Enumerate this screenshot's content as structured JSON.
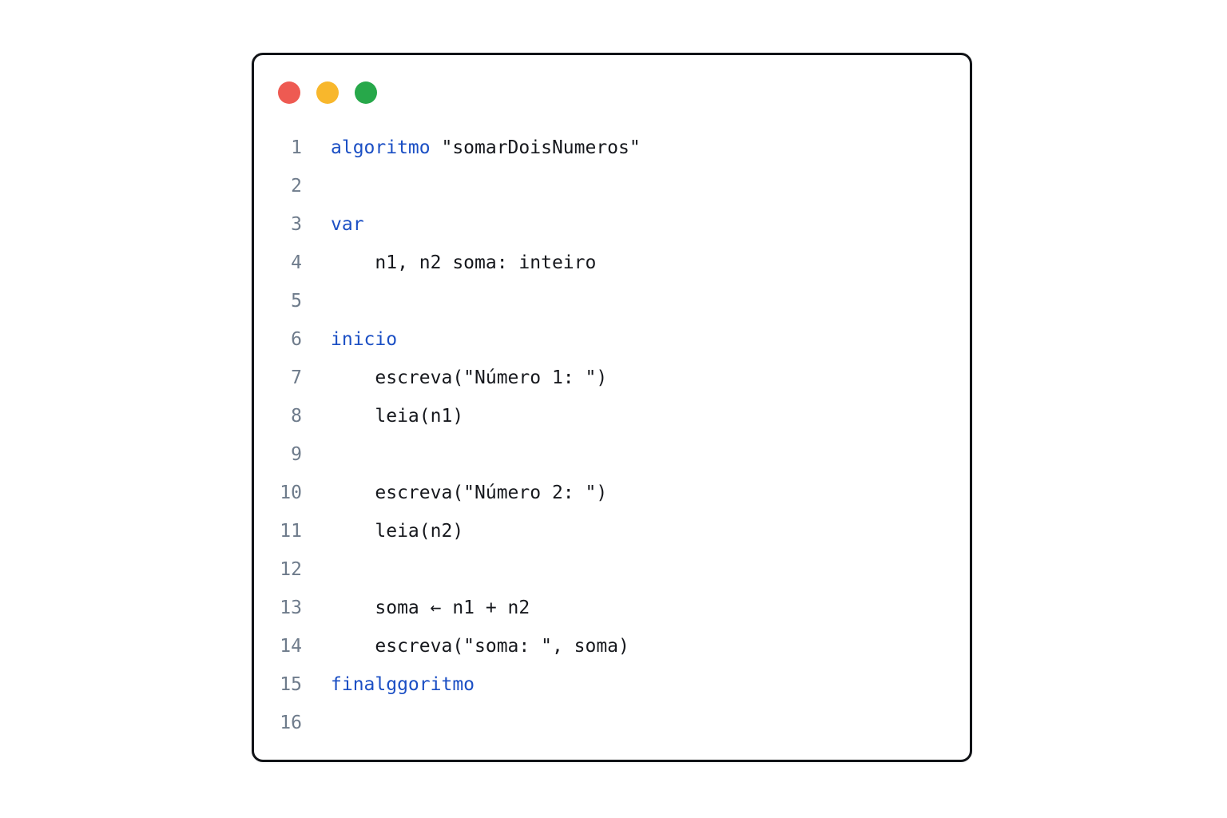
{
  "window": {
    "controls": [
      {
        "name": "close",
        "color": "#ee5a52"
      },
      {
        "name": "minimize",
        "color": "#f8b72c"
      },
      {
        "name": "maximize",
        "color": "#27a84a"
      }
    ]
  },
  "colors": {
    "keyword": "#1b4fc4",
    "text": "#16181d",
    "line_number": "#6e7b8b"
  },
  "code_lines": [
    {
      "number": "1",
      "indent": "",
      "tokens": [
        {
          "text": "algoritmo",
          "kind": "kw"
        },
        {
          "text": " \"somarDoisNumeros\"",
          "kind": "str"
        }
      ]
    },
    {
      "number": "2",
      "indent": "",
      "tokens": []
    },
    {
      "number": "3",
      "indent": "",
      "tokens": [
        {
          "text": "var",
          "kind": "kw"
        }
      ]
    },
    {
      "number": "4",
      "indent": "    ",
      "tokens": [
        {
          "text": "n1, n2 soma: inteiro",
          "kind": "str"
        }
      ]
    },
    {
      "number": "5",
      "indent": "",
      "tokens": []
    },
    {
      "number": "6",
      "indent": "",
      "tokens": [
        {
          "text": "inicio",
          "kind": "kw"
        }
      ]
    },
    {
      "number": "7",
      "indent": "    ",
      "tokens": [
        {
          "text": "escreva(\"Número 1: \")",
          "kind": "str"
        }
      ]
    },
    {
      "number": "8",
      "indent": "    ",
      "tokens": [
        {
          "text": "leia(n1)",
          "kind": "str"
        }
      ]
    },
    {
      "number": "9",
      "indent": "",
      "tokens": []
    },
    {
      "number": "10",
      "indent": "    ",
      "tokens": [
        {
          "text": "escreva(\"Número 2: \")",
          "kind": "str"
        }
      ]
    },
    {
      "number": "11",
      "indent": "    ",
      "tokens": [
        {
          "text": "leia(n2)",
          "kind": "str"
        }
      ]
    },
    {
      "number": "12",
      "indent": "",
      "tokens": []
    },
    {
      "number": "13",
      "indent": "    ",
      "tokens": [
        {
          "text": "soma ← n1 + n2",
          "kind": "str"
        }
      ]
    },
    {
      "number": "14",
      "indent": "    ",
      "tokens": [
        {
          "text": "escreva(\"soma: \", soma)",
          "kind": "str"
        }
      ]
    },
    {
      "number": "15",
      "indent": "",
      "tokens": [
        {
          "text": "finalggoritmo",
          "kind": "kw"
        }
      ]
    },
    {
      "number": "16",
      "indent": "",
      "tokens": []
    }
  ]
}
